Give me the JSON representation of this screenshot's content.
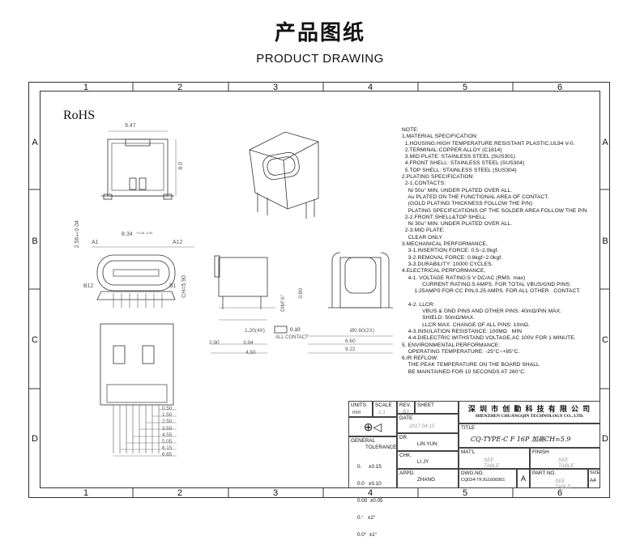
{
  "header": {
    "title": "产品图纸",
    "subtitle": "PRODUCT DRAWING"
  },
  "grid": {
    "columns": [
      "1",
      "2",
      "3",
      "4",
      "5",
      "6"
    ],
    "rows": [
      "A",
      "B",
      "C",
      "D"
    ]
  },
  "rohs": "RoHS",
  "dimensions": {
    "top_width": "9.47",
    "top_height": "8.0",
    "side_height": "2.56±0.04",
    "pin_span": "8.34",
    "pin_span_tol": "+0.05 -0.05",
    "a1": "A1",
    "a12": "A12",
    "b12": "B12",
    "b1": "B1",
    "ch": "CH=5.90",
    "d_120": "1.20(4X)",
    "d_290": "2.90",
    "d_394": "3.94",
    "d_450": "4.50",
    "d_080": "0.80",
    "d_dim_a": "DIM\"A\"",
    "flat": "0.10",
    "all_contact": "ALL CONTACT",
    "d_060": "Ø0.60(2X)",
    "d_660": "6.60",
    "d_922": "9.22",
    "pitch": [
      "0.50",
      "1.50",
      "2.50",
      "3.50",
      "4.55",
      "5.05",
      "6.15",
      "6.65"
    ]
  },
  "notes": [
    "NOTE:",
    "1.MATERIAL SPECIFICATION:",
    "  1.HOUSING:HIGH TEMPERATURE RESISTANT PLASTIC,UL94 V-0.",
    "  2.TERMINAL:COPPER ALLOY (C1814)",
    "  3.MID PLATE: STAINLESS STEEL (SUS301)",
    "  4.FRONT SHELL: STAINLESS STEEL (SUS304)",
    "  5.TOP SHELL: STAINLESS STEEL (SUS304)",
    "2.PLATING SPECIFICATION:",
    "  2-1.CONTACTS:",
    "    Ni 50u\" MIN. UNDER PLATED OVER ALL.",
    "    Au PLATED ON THE FUNCTIONAL AREA OF CONTACT.",
    "    (GOLD PLATING THICKNESS FOLLOW THE P/N)",
    "    PLATING SPECIFICATIONS OF THE SOLDER AREA FOLLOW THE P/N",
    "  2-2.FRONT SHELL&TOP SHELL:",
    "    Ni 30u\" MIN. UNDER PLATED OVER ALL.",
    "  2-3.MID PLATE:",
    "    CLEAR ONLY",
    "3.MECHANICAL PERFORMANCE,",
    "    3-1.INSERTION FORCE: 0.5~2.0kgf.",
    "    3-2.REMOVAL FORCE: 0.8kgf~2.0kgf.",
    "    3-3.DURABILITY: 10000 CYCLES.",
    "4.ELECTRICAL PERFORMANCE,",
    "    4-1. VOLTAGE RATING:5 V DC/AC (RMS. max)",
    "             CURRENT RATING:5 AMPS. FOR TOTAL VBUS/GND PINS;",
    "        1.25AMPS FOR CC PIN,0.25 AMPS. FOR ALL OTHER   CONTACT.",
    "",
    "    4-2. LLCR:",
    "             VBUS & GND PINS AND OTHER PINS: 40mΩ/PIN MAX.",
    "             SHIELD: 50mΩ/MAX.",
    "             LLCR MAX. CHANGE OF ALL PINS: 10mΩ.",
    "    4-3.INSULATION RESISTANCE: 100MΩ   MIN",
    "    4-4.DIELECTRIC WITHSTAND VOLTAGE,AC 100V FOR 1 MINUTE.",
    "5. ENVIRONMENTAL PERFORMANCE:",
    "    OPERATING TEMPERATURE: -25°C~+85°C.",
    "6.IR REFLOW:",
    "    THE PEAK TEMPERATURE ON THE BOARD SHALL",
    "    BE MAINTAINED FOR 10 SECONDS AT 260°C."
  ],
  "title_block": {
    "units_label": "UNITS",
    "units": "mm",
    "scale_label": "SCALE",
    "scale": "1:1",
    "rev_label": "REV.",
    "rev": "B3",
    "sheet_label": "SHEET",
    "date_label": "DATE",
    "date": "2017.04.15",
    "company_cn": "深 圳 市 创 勤 科 技 有 限 公 司",
    "company_en": "SHENZHEN CHUANGQIN TECHNOLOGY CO., LTD.",
    "title_label": "TITLE",
    "title": "CQ-TYPE-C F 16P 加高CH=5.9",
    "general_label": "GENERAL",
    "tolerance_label": "TOLERANCE",
    "tolerances": [
      "0.     ±0.15",
      "0.0   ±0.10",
      "0.00  ±0.05",
      "0.°   ±2°",
      "0.0°  ±1°"
    ],
    "dr_label": "DR.",
    "dr": "LIN YUN",
    "chk_label": "CHK.",
    "chk": "LI JY",
    "appd_label": "APPD.",
    "appd": "ZHANG",
    "matl_label": "MAT'L",
    "matl": "SEE TABLE",
    "finish_label": "FINISH",
    "finish": "SEE TABLE",
    "dwg_label": "DWG.NO.",
    "dwg": "CQ024-TFJG1606901",
    "dwg_rev": "A",
    "part_label": "PART NO.",
    "part": "SEE TABLE",
    "size_label": "SIZE",
    "size": "A4"
  }
}
